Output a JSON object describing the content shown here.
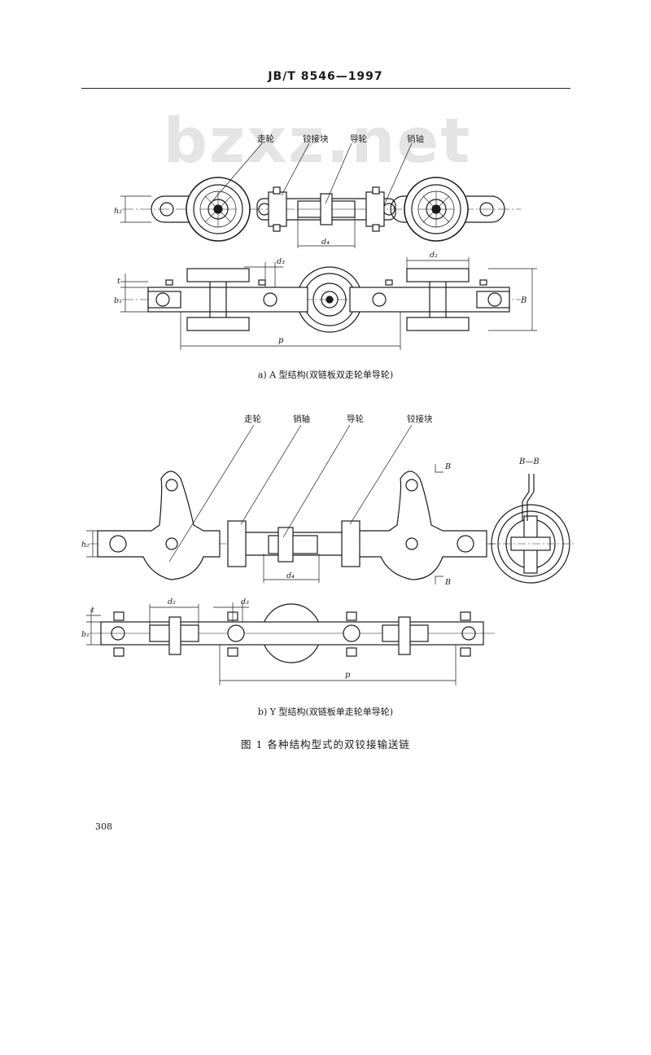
{
  "header": {
    "standard_code": "JB/T 8546—1997"
  },
  "watermark": "bzxz.net",
  "figure_a": {
    "callouts": {
      "roller": "走轮",
      "hinge_block": "铰接块",
      "guide_wheel": "导轮",
      "pin": "销轴"
    },
    "dims": {
      "h2": "h₂",
      "d4": "d₄",
      "t": "t",
      "b1": "b₁",
      "d2": "d₂",
      "d3": "d₃",
      "B": "B",
      "p": "p"
    },
    "caption": "a) A 型结构(双链板双走轮单导轮)"
  },
  "figure_b": {
    "callouts": {
      "roller": "走轮",
      "pin": "销轴",
      "guide_wheel": "导轮",
      "hinge_block": "铰接块"
    },
    "dims": {
      "h2": "h₂",
      "d4": "d₄",
      "t": "t",
      "b1": "b₁",
      "d2": "d₂",
      "d3": "d₃",
      "p": "p"
    },
    "section_mark": "B",
    "section_title": "B—B",
    "caption": "b) Y 型结构(双链板单走轮单导轮)"
  },
  "figure_title": "图 1  各种结构型式的双铰接输送链",
  "page_number": "308"
}
